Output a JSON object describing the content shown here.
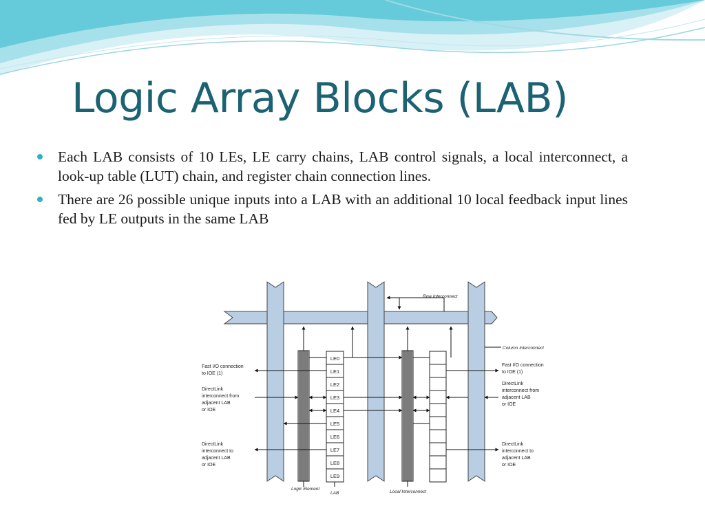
{
  "slide": {
    "title": "Logic Array Blocks (LAB)",
    "bullets": [
      "Each LAB consists of 10 LEs, LE carry chains, LAB control signals, a local interconnect, a look-up table (LUT) chain, and register chain connection lines.",
      "There are 26 possible unique inputs into a LAB with an additional 10 local feedback input lines fed by LE outputs in the same LAB"
    ]
  },
  "diagram": {
    "le_labels": [
      "LE0",
      "LE1",
      "LE2",
      "LE3",
      "LE4",
      "LE5",
      "LE6",
      "LE7",
      "LE8",
      "LE9"
    ],
    "labels": {
      "row_interconnect": "Row Interconnect",
      "column_interconnect": "Column Interconnect",
      "fast_io_left_1": "Fast I/O connection",
      "fast_io_left_2": "to IOE (1)",
      "directlink_from_left_1": "DirectLink",
      "directlink_from_left_2": "interconnect from",
      "directlink_from_left_3": "adjacent LAB",
      "directlink_from_left_4": "or IOE",
      "directlink_to_left_1": "DirectLink",
      "directlink_to_left_2": "interconnect to",
      "directlink_to_left_3": "adjacent LAB",
      "directlink_to_left_4": "or IOE",
      "fast_io_right_1": "Fast I/O connection",
      "fast_io_right_2": "to IOE (1)",
      "directlink_from_right_1": "DirectLink",
      "directlink_from_right_2": "interconnect from",
      "directlink_from_right_3": "adjacent LAB",
      "directlink_from_right_4": "or IOE",
      "directlink_to_right_1": "DirectLink",
      "directlink_to_right_2": "interconnect to",
      "directlink_to_right_3": "adjacent LAB",
      "directlink_to_right_4": "or IOE",
      "logic_element": "Logic Element",
      "lab": "LAB",
      "local_interconnect": "Local Interconnect"
    },
    "colors": {
      "interconnect_fill": "#b9cde3",
      "teal_accent": "#2fb2c8",
      "title": "#1b6273"
    }
  }
}
